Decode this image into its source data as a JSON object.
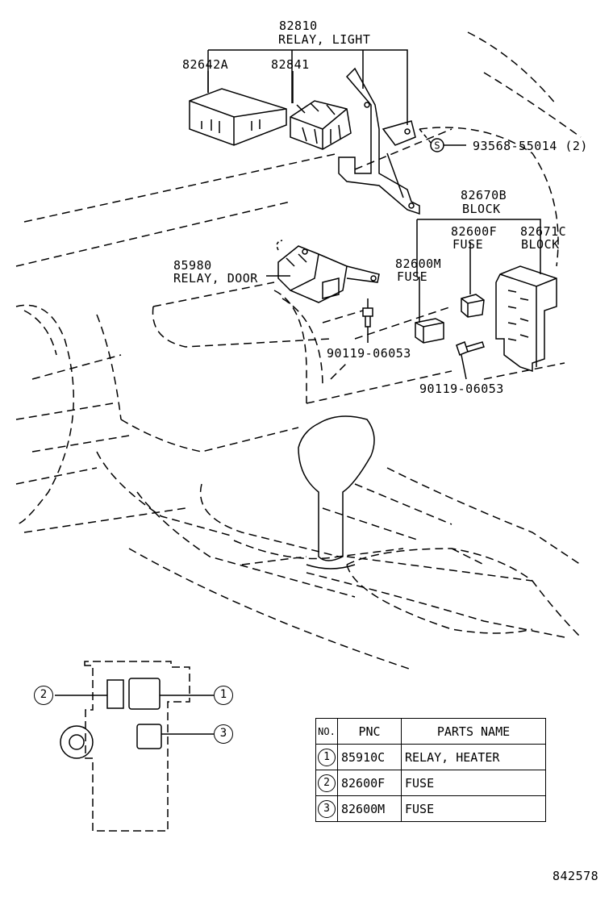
{
  "callouts": {
    "relay_light_pnc": "82810",
    "relay_light_name": "RELAY, LIGHT",
    "part_82642a": "82642A",
    "part_82841": "82841",
    "screw_pnc": "93568-55014 (2)",
    "screw_symbol": "S",
    "block_b_pnc": "82670B",
    "block_b_name": "BLOCK",
    "fuse_f_pnc": "82600F",
    "fuse_f_name": "FUSE",
    "block_c_pnc": "82671C",
    "block_c_name": "BLOCK",
    "relay_door_pnc": "85980",
    "relay_door_name": "RELAY, DOOR",
    "fuse_m_pnc": "82600M",
    "fuse_m_name": "FUSE",
    "bolt_left_pnc": "90119-06053",
    "bolt_right_pnc": "90119-06053"
  },
  "inset_markers": {
    "marker_1": "1",
    "marker_2": "2",
    "marker_3": "3"
  },
  "parts_table": {
    "headers": {
      "no": "NO.",
      "pnc": "PNC",
      "parts_name": "PARTS NAME"
    },
    "rows": [
      {
        "no": "1",
        "pnc": "85910C",
        "name": "RELAY, HEATER"
      },
      {
        "no": "2",
        "pnc": "82600F",
        "name": "FUSE"
      },
      {
        "no": "3",
        "pnc": "82600M",
        "name": "FUSE"
      }
    ]
  },
  "diagram_number": "842578"
}
